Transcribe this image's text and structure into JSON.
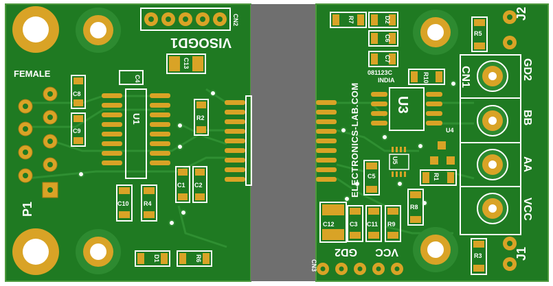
{
  "colors": {
    "board": "#1f7a22",
    "board_dark": "#176a1b",
    "gap": "#6f6f6f",
    "pad": "#d9a326",
    "pad_inner": "#b07d15",
    "silk": "#ffffff",
    "trace": "#2d8a30"
  },
  "labels": {
    "female": "FEMALE",
    "p1": "P1",
    "viso_gd1": "VISOGD1",
    "cn2": "CN2",
    "cn3": "CN3",
    "u1": "U1",
    "u3": "U3",
    "u4": "U4",
    "u5": "U5",
    "brand": "ELECTRONICS-LAB.COM",
    "code": "081123C",
    "country": "INDIA",
    "cn1": "CN1",
    "j1": "J1",
    "j2": "J2",
    "gd2_right": "GD2",
    "bb": "BB",
    "aa": "AA",
    "vcc_right": "VCC",
    "vcc_bottom": "VCC",
    "gd2_bottom": "GD2",
    "components": {
      "c1": "C1",
      "c2": "C2",
      "c3": "C3",
      "c4": "C4",
      "c5": "C5",
      "c6": "C6",
      "c7": "C7",
      "c8": "C8",
      "c9": "C9",
      "c10": "C10",
      "c11": "C11",
      "c12": "C12",
      "c13": "C13",
      "r1": "R1",
      "r2": "R2",
      "r3": "R3",
      "r4": "R4",
      "r5": "R5",
      "r6": "R6",
      "r7": "R7",
      "r8": "R8",
      "r9": "R9",
      "r10": "R10",
      "d1": "D1",
      "d2": "D2"
    }
  }
}
